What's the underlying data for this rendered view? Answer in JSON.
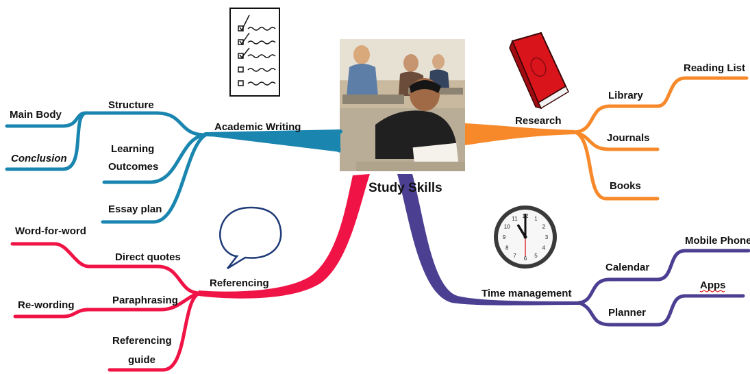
{
  "center": {
    "title": "Study Skills"
  },
  "branches": {
    "academic_writing": {
      "label": "Academic Writing",
      "color": "#1a86b0",
      "sub": [
        {
          "label": "Structure",
          "leaves": [
            "Main Body",
            "Conclusion"
          ]
        },
        {
          "label_lines": [
            "Learning",
            "Outcomes"
          ]
        },
        {
          "label": "Essay plan"
        }
      ]
    },
    "referencing": {
      "label": "Referencing",
      "color": "#f01346",
      "sub": [
        {
          "label": "Direct quotes",
          "leaves": [
            "Word-for-word"
          ]
        },
        {
          "label": "Paraphrasing",
          "leaves": [
            "Re-wording"
          ]
        },
        {
          "label_lines": [
            "Referencing",
            "guide"
          ]
        }
      ]
    },
    "research": {
      "label": "Research",
      "color": "#f7892a",
      "sub": [
        {
          "label": "Library",
          "leaves": [
            "Reading List"
          ]
        },
        {
          "label": "Journals"
        },
        {
          "label": "Books"
        }
      ]
    },
    "time_management": {
      "label": "Time management",
      "color": "#4b3f92",
      "sub": [
        {
          "label": "Calendar",
          "leaves": [
            "Mobile Phone"
          ]
        },
        {
          "label": "Planner",
          "leaves": [
            "Apps"
          ]
        }
      ]
    }
  },
  "clock": {
    "numbers": [
      "12",
      "1",
      "2",
      "3",
      "4",
      "5",
      "6",
      "7",
      "8",
      "9",
      "10",
      "11"
    ]
  }
}
